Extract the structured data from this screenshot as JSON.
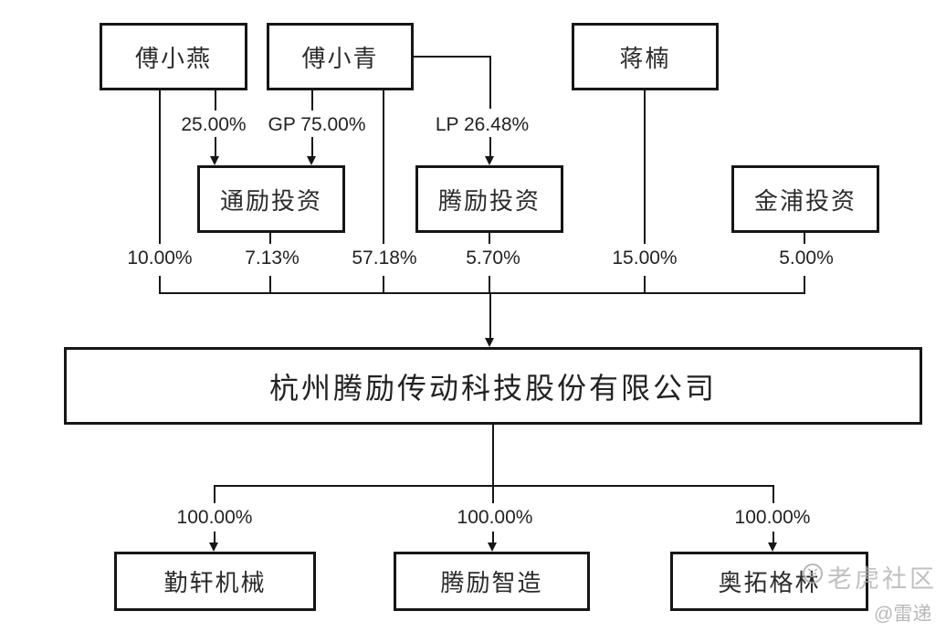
{
  "diagram": {
    "type": "equity-structure",
    "shareholders": [
      {
        "label": "傅小燕"
      },
      {
        "label": "傅小青"
      },
      {
        "label": "蒋楠"
      }
    ],
    "holding_entities": [
      {
        "label": "通励投资"
      },
      {
        "label": "腾励投资"
      },
      {
        "label": "金浦投资"
      }
    ],
    "company": {
      "label": "杭州腾励传动科技股份有限公司"
    },
    "subsidiaries": [
      {
        "label": "勤轩机械"
      },
      {
        "label": "腾励智造"
      },
      {
        "label": "奥拓格林"
      }
    ],
    "ownership_labels": {
      "fu_xiaoyan_to_tongli": "25.00%",
      "fu_xiaoqing_to_tongli_gp": "GP 75.00%",
      "fu_xiaoqing_to_tengli_lp": "LP 26.48%",
      "fu_xiaoyan_to_company": "10.00%",
      "tongli_to_company": "7.13%",
      "fu_xiaoqing_to_company": "57.18%",
      "tengli_to_company": "5.70%",
      "jiang_nan_to_company": "15.00%",
      "jinpu_to_company": "5.00%",
      "company_to_qinxuan": "100.00%",
      "company_to_tengli_zhizao": "100.00%",
      "company_to_aotuo": "100.00%"
    },
    "colors": {
      "line": "#161616",
      "text": "#2b2b2b",
      "watermark": "#b0b0b0"
    }
  },
  "watermark": {
    "community": "老虎社区",
    "handle": "@雷递"
  }
}
